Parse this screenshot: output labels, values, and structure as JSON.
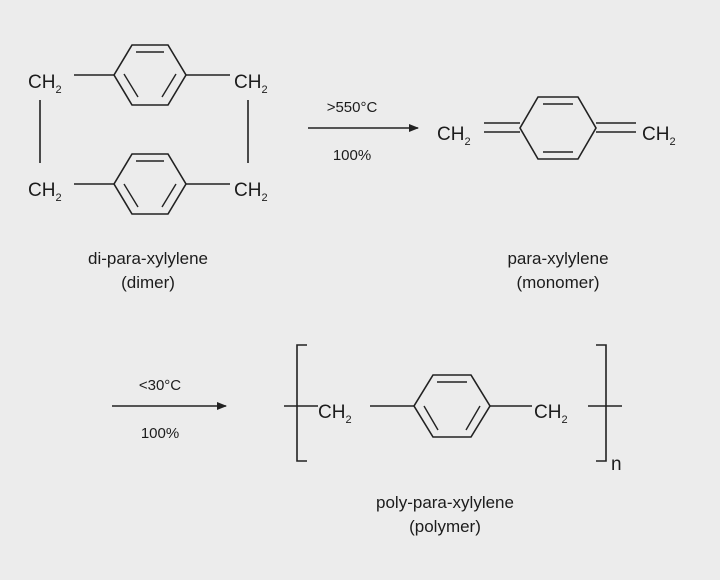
{
  "dimer": {
    "top_left": {
      "group": "CH",
      "sub": "2"
    },
    "top_right": {
      "group": "CH",
      "sub": "2"
    },
    "bottom_left": {
      "group": "CH",
      "sub": "2"
    },
    "bottom_right": {
      "group": "CH",
      "sub": "2"
    },
    "name": "di-para-xylylene",
    "role": "(dimer)"
  },
  "step1": {
    "condition": ">550°C",
    "yield": "100%"
  },
  "monomer": {
    "left": {
      "group": "CH",
      "sub": "2"
    },
    "right": {
      "group": "CH",
      "sub": "2"
    },
    "name": "para-xylylene",
    "role": "(monomer)"
  },
  "step2": {
    "condition": "<30°C",
    "yield": "100%"
  },
  "polymer": {
    "left": {
      "group": "CH",
      "sub": "2"
    },
    "right": {
      "group": "CH",
      "sub": "2"
    },
    "repeat": "n",
    "name": "poly-para-xylylene",
    "role": "(polymer)"
  }
}
